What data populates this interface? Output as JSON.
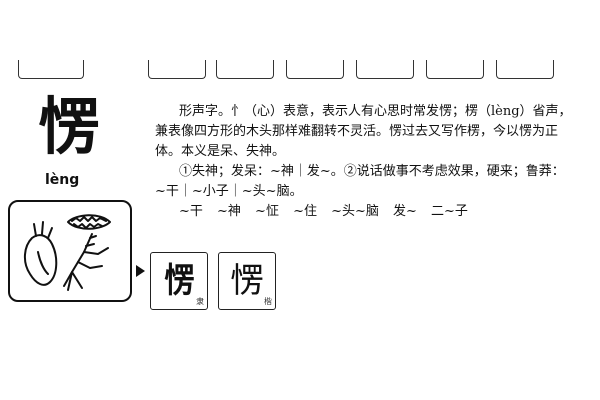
{
  "header": {
    "head_character": "愣",
    "pinyin": "lèng"
  },
  "definition": {
    "line1": "形声字。忄（心）表意，表示人有心思时常发愣；楞（lèng）省声，兼表像四方形的木头那样难翻转不灵活。愣过去又写作楞，今以愣为正体。本义是呆、失神。",
    "line2": "①失神；发呆：~神｜发~。②说话做事不考虑效果，硬来；鲁莽：~干｜~小子｜~头~脑。",
    "line3": "~干 ~神 ~怔 ~住 ~头~脑 发~ 二~子"
  },
  "script_forms": [
    {
      "glyph": "愣",
      "tag": "隶"
    },
    {
      "glyph": "愣",
      "tag": "楷"
    }
  ],
  "pictograph": {
    "icon": "heart-and-mouth-pictograph"
  }
}
